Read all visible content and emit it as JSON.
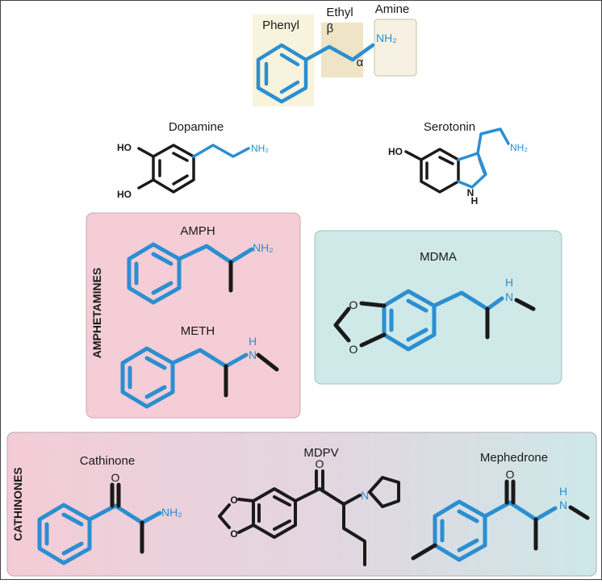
{
  "scaffold": {
    "phenyl": "Phenyl",
    "ethyl": "Ethyl",
    "amine": "Amine",
    "beta": "β",
    "alpha": "α",
    "nh2": "NH₂"
  },
  "molecules": {
    "dopamine": {
      "name": "Dopamine",
      "oh1": "HO",
      "oh2": "HO",
      "nh2": "NH₂"
    },
    "serotonin": {
      "name": "Serotonin",
      "oh": "HO",
      "nh2": "NH₂",
      "nh_n": "N",
      "nh_h": "H"
    },
    "amph": {
      "name": "AMPH",
      "nh2": "NH₂"
    },
    "meth": {
      "name": "METH",
      "n": "N",
      "h": "H"
    },
    "mdma": {
      "name": "MDMA",
      "n": "N",
      "h": "H",
      "o1": "O",
      "o2": "O"
    },
    "cathinone": {
      "name": "Cathinone",
      "o": "O",
      "nh2": "NH₂"
    },
    "mdpv": {
      "name": "MDPV",
      "o": "O",
      "n": "N",
      "o1": "O",
      "o2": "O"
    },
    "mephedrone": {
      "name": "Mephedrone",
      "o": "O",
      "n": "N",
      "h": "H"
    }
  },
  "groups": {
    "amphetamines": "AMPHETAMINES",
    "cathinones": "CATHINONES"
  },
  "colors": {
    "blue": "#2b8fd0",
    "pink": "#f4cdd7",
    "teal": "#cfe8e8"
  }
}
